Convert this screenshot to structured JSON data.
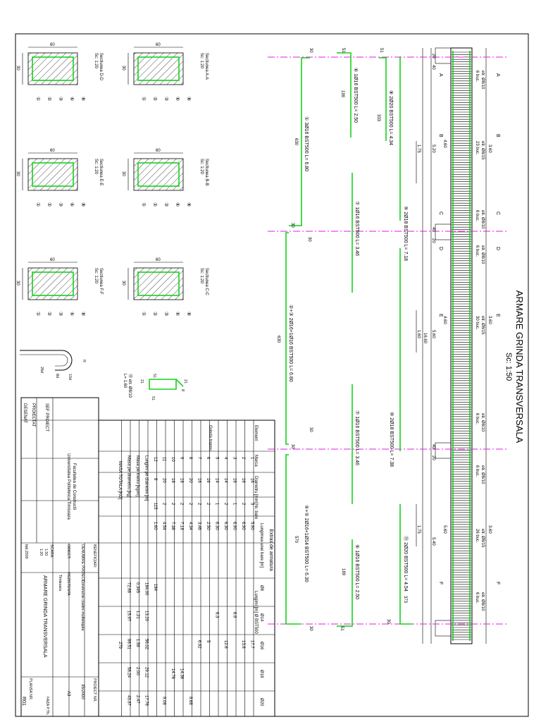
{
  "drawing": {
    "title": "ARMARE GRINDA TRANSVERSALA",
    "scale": "Sc: 1:50",
    "section_labels": [
      "A",
      "A",
      "B",
      "B",
      "C",
      "C",
      "D",
      "D",
      "E",
      "E",
      "F",
      "F"
    ],
    "stirrup_notes": [
      {
        "text1": "etr. Ø8/10",
        "text2": "6 buc."
      },
      {
        "text1": "etr. Ø8/15",
        "text2": "23 buc."
      },
      {
        "text1": "etr. Ø8/10",
        "text2": "6 buc."
      },
      {
        "text1": "etr. Ø8/10",
        "text2": "6 buc."
      },
      {
        "text1": "etr. Ø8/15",
        "text2": "30 buc."
      },
      {
        "text1": "etr. Ø8/10",
        "text2": "6 buc."
      },
      {
        "text1": "etr. Ø8/10",
        "text2": "6 buc."
      },
      {
        "text1": "etr. Ø8/15",
        "text2": "26 buc."
      },
      {
        "text1": "etr. Ø8/10",
        "text2": "6 buc."
      }
    ],
    "dims_top": [
      "20",
      "40",
      "3.60",
      "4.60",
      "5.20",
      "40",
      "20",
      "3.60",
      "4.60",
      "5.60",
      "16.60",
      "40",
      "20",
      "3.60",
      "5.60",
      "5.40"
    ],
    "dims_mid": [
      "1.75",
      "1.60",
      "1.75"
    ],
    "bars": [
      {
        "label": "⑧ 2Ø20 BST500 L= 4.34",
        "dim": "333"
      },
      {
        "label": "⑨ 2Ø18 BST500 L= 7.18",
        "dim": ""
      },
      {
        "label": "⑩ 2Ø18 BST500 L= 7.38",
        "dim": ""
      },
      {
        "label": "⑪ 2Ø20 BST500 L= 4.54",
        "dim": "373"
      },
      {
        "label": "⑥ 1Ø16 BST500 L= 2.50",
        "dim": "199"
      },
      {
        "label": "⑦ 1Ø16 BST500 L= 3.46",
        "dim": ""
      },
      {
        "label": "⑦ 1Ø16 BST500 L= 3.46",
        "dim": ""
      },
      {
        "label": "⑥ 1Ø16 BST500 L= 2.50",
        "dim": "189"
      },
      {
        "label": "① 3Ø16 BST500 L= 6.80",
        "dim": "630"
      },
      {
        "label": "②+③ 2Ø16+1Ø16 BST500 L= 6.80",
        "dim": "630"
      },
      {
        "label": "④+⑤ 2Ø16+1Ø14 BST500 L= 6.30",
        "dim": "570"
      }
    ],
    "hook_dims": [
      "30",
      "51",
      "51",
      "30",
      "30",
      "30",
      "30",
      "30",
      "51",
      "30"
    ]
  },
  "sections": [
    {
      "name": "Sectiunea A-A",
      "scale": "Sc: 1:20",
      "w": "60",
      "h": "30"
    },
    {
      "name": "Sectiunea B-B",
      "scale": "Sc: 1:20",
      "w": "60",
      "h": "30"
    },
    {
      "name": "Sectiunea C-C",
      "scale": "Sc: 1:20",
      "w": "60",
      "h": "30"
    },
    {
      "name": "Sectiunea D-D",
      "scale": "Sc: 1:20",
      "w": "60",
      "h": "30"
    },
    {
      "name": "Sectiunea E-E",
      "scale": "Sc: 1:20",
      "w": "60",
      "h": "30"
    },
    {
      "name": "Sectiunea F-F",
      "scale": "Sc: 1:20",
      "w": "60",
      "h": "30"
    }
  ],
  "section_marks": [
    "①",
    "②",
    "③",
    "⑥",
    "⑧"
  ],
  "stirrup": {
    "label": "⑫ etr. Ø8/10",
    "length": "L= 1.60",
    "dims": [
      "21",
      "51",
      "8",
      "21",
      "51"
    ]
  },
  "hook_detail": {
    "dims": [
      "26d",
      "8d",
      "10d",
      "R"
    ]
  },
  "table": {
    "title": "Extras de armatura",
    "headers": {
      "element": "Element",
      "marca": "Marca",
      "diam": "Diametru [mm]",
      "nr": "Nr. bare",
      "lung": "Lungimea unei bare [m]",
      "lungm": "Lungimi [m] Ø BST500"
    },
    "diam_cols": [
      "Ø8",
      "Ø14",
      "Ø16",
      "Ø18",
      "Ø20"
    ],
    "element": "Grinda transv.",
    "rows": [
      {
        "marca": "1",
        "diam": "16",
        "nr": "3",
        "len": "5.90",
        "vals": [
          "",
          "",
          "17.7",
          "",
          ""
        ]
      },
      {
        "marca": "2",
        "diam": "16",
        "nr": "2",
        "len": "6.90",
        "vals": [
          "",
          "",
          "13.8",
          "",
          ""
        ]
      },
      {
        "marca": "3",
        "diam": "16",
        "nr": "1",
        "len": "6.90",
        "vals": [
          "",
          "6.9",
          "",
          "",
          ""
        ]
      },
      {
        "marca": "4",
        "diam": "14",
        "nr": "2",
        "len": "6.30",
        "vals": [
          "",
          "",
          "12.6",
          "",
          ""
        ]
      },
      {
        "marca": "5",
        "diam": "14",
        "nr": "1",
        "len": "6.30",
        "vals": [
          "",
          "6.3",
          "",
          "",
          ""
        ]
      },
      {
        "marca": "6",
        "diam": "16",
        "nr": "2",
        "len": "2.50",
        "vals": [
          "",
          "",
          "5",
          "",
          ""
        ]
      },
      {
        "marca": "7",
        "diam": "16",
        "nr": "2",
        "len": "3.46",
        "vals": [
          "",
          "",
          "6.92",
          "",
          ""
        ]
      },
      {
        "marca": "8",
        "diam": "20",
        "nr": "2",
        "len": "4.34",
        "vals": [
          "",
          "",
          "",
          "",
          "8.68"
        ]
      },
      {
        "marca": "9",
        "diam": "18",
        "nr": "2",
        "len": "7.18",
        "vals": [
          "",
          "",
          "",
          "14.36",
          ""
        ]
      },
      {
        "marca": "10",
        "diam": "18",
        "nr": "2",
        "len": "7.38",
        "vals": [
          "",
          "",
          "",
          "14.76",
          ""
        ]
      },
      {
        "marca": "11",
        "diam": "20",
        "nr": "2",
        "len": "4.54",
        "vals": [
          "",
          "",
          "",
          "",
          "9.08"
        ]
      },
      {
        "marca": "12",
        "diam": "8",
        "nr": "115",
        "len": "1.60",
        "vals": [
          "184",
          "",
          "",
          "",
          ""
        ]
      }
    ],
    "sum_label": "Lungimi pe diametre [m]",
    "sum": [
      "184.00",
      "13.20",
      "56.02",
      "29.12",
      "17.76"
    ],
    "mass_m_label": "Masa pe metru [kg/m]",
    "mass_m": [
      "0.395",
      "1.21",
      "1.58",
      "2.00",
      "2.47"
    ],
    "mass_d_label": "Masa pe diametru [kg]",
    "mass_d": [
      "72.68",
      "15.97",
      "88.51",
      "58.24",
      "43.87"
    ],
    "total_label": "MASA TOTALA [KG]",
    "total": "279"
  },
  "titleblock": {
    "university": "Universitatea Politehnica Timisoara",
    "faculty": "Facultatea de Constructii",
    "sef_proiect": "SEF PROIECT",
    "proiectat": "PROIECTAT",
    "desenat": "DESENAT",
    "beneficiar": "BENEFICIAR:",
    "denumire": "DENUMIRE PROIECT:",
    "denumire_val": "Constructie cladire multietajata",
    "obiect": "OBIECT:",
    "obiect_val": "REZISTENTA",
    "location": "Timisoara",
    "scara": "SCARA:",
    "scara_vals": [
      "1:50",
      "1:20"
    ],
    "date": "feb.2000",
    "drawing_title": "ARMARE GRINDA TRANSVERSALA",
    "proiect_nr": "PROIECT NR.",
    "proiect_nr_val": "35/2000",
    "format": "A3",
    "faza": "FAZA P.Th.",
    "plansa": "PLANSA NR.",
    "plansa_val": "R01"
  }
}
